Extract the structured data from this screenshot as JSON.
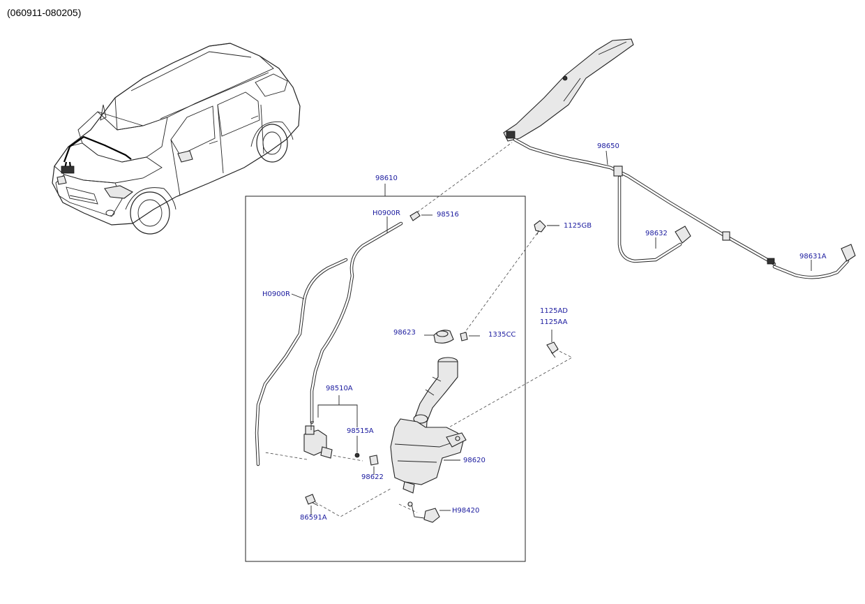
{
  "header": {
    "code": "(060911-080205)"
  },
  "labels": {
    "p98610": "98610",
    "h0900r_top": "H0900R",
    "p98516": "98516",
    "p1125gb": "1125GB",
    "p98650": "98650",
    "p98632": "98632",
    "p98631a": "98631A",
    "h0900r_left": "H0900R",
    "p98623": "98623",
    "p1335cc": "1335CC",
    "p1125ad": "1125AD",
    "p1125aa": "1125AA",
    "p98510a": "98510A",
    "p98515a": "98515A",
    "p98620": "98620",
    "p98622": "98622",
    "h98420": "H98420",
    "p86591a": "86591A"
  },
  "colors": {
    "label": "#1a1a9e",
    "line": "#222222",
    "background": "#ffffff"
  }
}
